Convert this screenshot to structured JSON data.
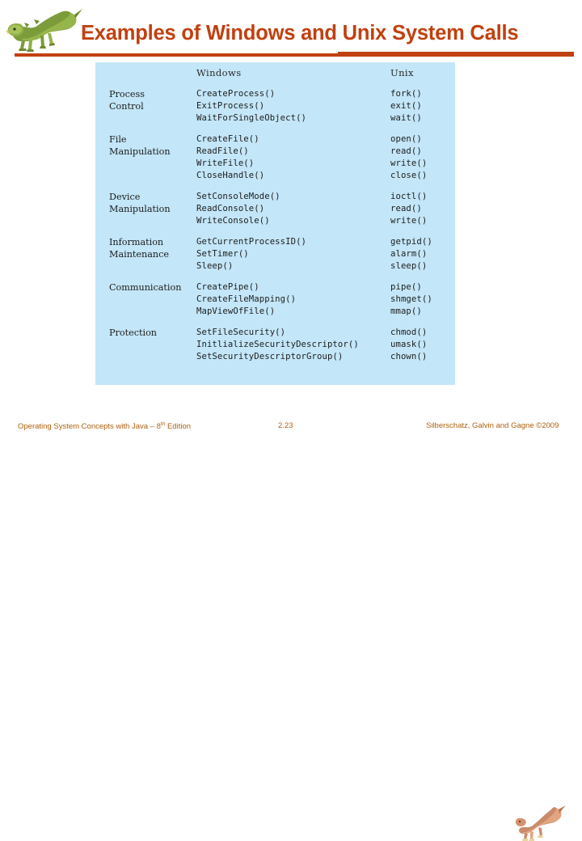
{
  "slide": {
    "title": "Examples of Windows and Unix System Calls",
    "accent_color": "#C1400F",
    "panel_color": "#C3E6F8",
    "footer_color": "#B06010"
  },
  "table": {
    "headers": {
      "category": "",
      "windows": "Windows",
      "unix": "Unix"
    },
    "rows": [
      {
        "category_lines": [
          "Process",
          "Control"
        ],
        "windows": [
          "CreateProcess()",
          "ExitProcess()",
          "WaitForSingleObject()"
        ],
        "unix": [
          "fork()",
          "exit()",
          "wait()"
        ]
      },
      {
        "category_lines": [
          "File",
          "Manipulation"
        ],
        "windows": [
          "CreateFile()",
          "ReadFile()",
          "WriteFile()",
          "CloseHandle()"
        ],
        "unix": [
          "open()",
          "read()",
          "write()",
          "close()"
        ]
      },
      {
        "category_lines": [
          "Device",
          "Manipulation"
        ],
        "windows": [
          "SetConsoleMode()",
          "ReadConsole()",
          "WriteConsole()"
        ],
        "unix": [
          "ioctl()",
          "read()",
          "write()"
        ]
      },
      {
        "category_lines": [
          "Information",
          "Maintenance"
        ],
        "windows": [
          "GetCurrentProcessID()",
          "SetTimer()",
          "Sleep()"
        ],
        "unix": [
          "getpid()",
          "alarm()",
          "sleep()"
        ]
      },
      {
        "category_lines": [
          "Communication"
        ],
        "windows": [
          "CreatePipe()",
          "CreateFileMapping()",
          "MapViewOfFile()"
        ],
        "unix": [
          "pipe()",
          "shmget()",
          "mmap()"
        ]
      },
      {
        "category_lines": [
          "Protection"
        ],
        "windows": [
          "SetFileSecurity()",
          "InitlializeSecurityDescriptor()",
          "SetSecurityDescriptorGroup()"
        ],
        "unix": [
          "chmod()",
          "umask()",
          "chown()"
        ]
      }
    ]
  },
  "footer": {
    "left_text": "Operating System Concepts with Java – 8",
    "left_sup": "th",
    "left_text_tail": " Edition",
    "page": "2.23",
    "right_text": "Silberschatz, Galvin and Gagne ©2009"
  },
  "icons": {
    "header_logo": "dinosaur-logo",
    "footer_logo": "dinosaur-logo-small"
  }
}
